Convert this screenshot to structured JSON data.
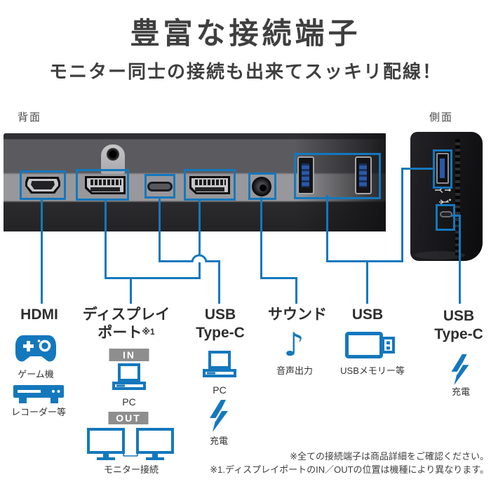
{
  "header": {
    "title": "豊富な接続端子",
    "subtitle": "モニター同士の接続も出来てスッキリ配線！"
  },
  "views": {
    "back": "背面",
    "side": "側面"
  },
  "columns": {
    "hdmi": {
      "label": "HDMI",
      "game_caption": "ゲーム機",
      "recorder_caption": "レコーダー等",
      "icons": [
        "gamepad-icon",
        "recorder-icon"
      ]
    },
    "displayport": {
      "label_line1": "ディスプレイ",
      "label_line2": "ポート",
      "footnote_mark": "※1",
      "in_badge": "IN",
      "in_caption": "PC",
      "out_badge": "OUT",
      "out_caption": "モニター接続",
      "icons": [
        "laptop-icon",
        "dual-monitor-icon"
      ]
    },
    "usb_type_c_back": {
      "label_line1": "USB",
      "label_line2": "Type-C",
      "pc_caption": "PC",
      "charge_caption": "充電",
      "icons": [
        "laptop-icon",
        "lightning-icon"
      ]
    },
    "sound": {
      "label": "サウンド",
      "caption": "音声出力",
      "glyph": "♪",
      "icons": [
        "music-note-icon"
      ]
    },
    "usb": {
      "label": "USB",
      "caption": "USBメモリー等",
      "icons": [
        "usb-memory-icon"
      ]
    },
    "usb_type_c_side": {
      "label_line1": "USB",
      "label_line2": "Type-C",
      "charge_caption": "充電",
      "icons": [
        "lightning-icon"
      ]
    }
  },
  "footnotes": {
    "line1": "※全ての接続端子は商品詳細をご確認ください。",
    "line2": "※1.ディスプレイポートのIN／OUTの位置は機種により異なります。"
  },
  "colors": {
    "accent": "#1478bd",
    "port_blue": "#2a58a8"
  }
}
